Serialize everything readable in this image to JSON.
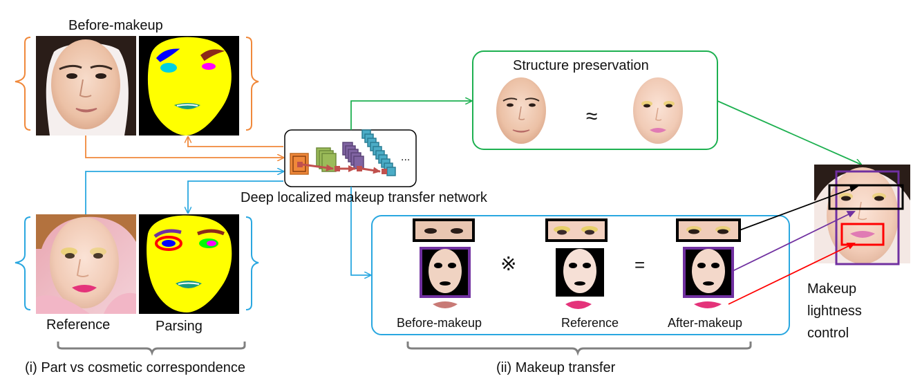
{
  "labels": {
    "before_makeup_top": "Before-makeup",
    "reference": "Reference",
    "parsing": "Parsing",
    "part_correspondence": "(i) Part vs cosmetic correspondence",
    "network": "Deep  localized makeup transfer network",
    "ellipsis": "...",
    "structure_preservation": "Structure preservation",
    "approx": "≈",
    "before_makeup_bottom": "Before-makeup",
    "reference_bottom": "Reference",
    "after_makeup": "After-makeup",
    "multiply": "※",
    "equals": "=",
    "makeup_transfer": "(ii) Makeup transfer",
    "makeup_lightness_control": [
      "Makeup",
      "lightness",
      "control"
    ]
  },
  "colors": {
    "orange": "#f0883a",
    "blue": "#29a7e0",
    "green": "#1db050",
    "purple": "#7030a0",
    "red": "#ff0000",
    "black": "#000000",
    "gray": "#808080",
    "parsing_yellow": "#ffff00"
  }
}
